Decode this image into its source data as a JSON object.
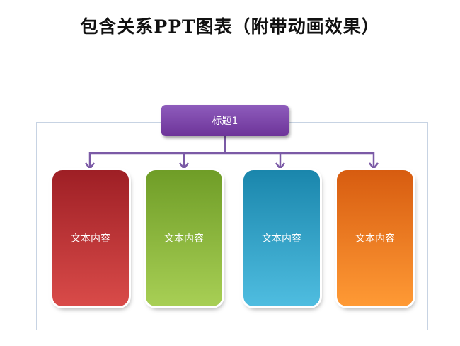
{
  "title": "包含关系PPT图表（附带动画效果）",
  "header": {
    "label": "标题1"
  },
  "cards": [
    {
      "label": "文本内容"
    },
    {
      "label": "文本内容"
    },
    {
      "label": "文本内容"
    },
    {
      "label": "文本内容"
    }
  ],
  "colors": {
    "header": "#7b44a8",
    "card_1": "#c43235",
    "card_2": "#8dbb3f",
    "card_3": "#2fa3ce",
    "card_4": "#f07b22",
    "connector": "#7b5aa6",
    "frame": "#c7d3e3"
  }
}
